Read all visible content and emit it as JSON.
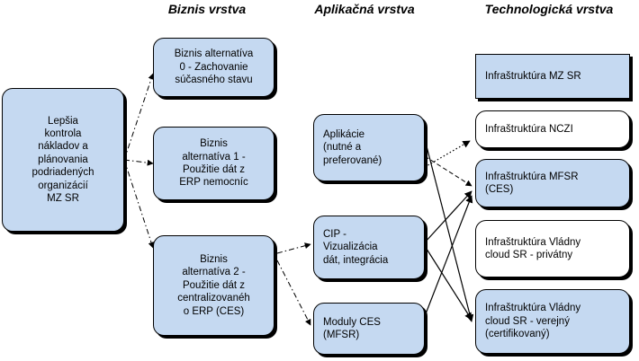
{
  "headers": {
    "business": "Biznis vrstva",
    "application": "Aplikačná vrstva",
    "technology": "Technologická vrstva"
  },
  "goal": {
    "text": "Lepšia\nkontrola\nnákladov a\nplánovania\npodriadených\norganizácií\nMZ SR"
  },
  "business": [
    {
      "text": "Biznis alternatíva\n0 - Zachovanie\nsúčasného stavu"
    },
    {
      "text": "Biznis\nalternatíva 1 -\nPoužitie dát z\nERP nemocníc"
    },
    {
      "text": "Biznis\nalternatíva 2 -\nPoužitie dát z\ncentralizovanéh\no ERP (CES)"
    }
  ],
  "application": [
    {
      "text": "Aplikácie\n(nutné a\npreferované)"
    },
    {
      "text": "CIP -\nVizualizácia\ndát, integrácia"
    },
    {
      "text": "Moduly CES\n(MFSR)"
    }
  ],
  "technology": [
    {
      "text": "Infraštruktúra MZ SR",
      "fill": "blue"
    },
    {
      "text": "Infraštruktúra NCZI",
      "fill": "white"
    },
    {
      "text": "Infraštruktúra MFSR\n(CES)",
      "fill": "blue"
    },
    {
      "text": "Infraštruktúra Vládny\ncloud SR - privátny",
      "fill": "white"
    },
    {
      "text": "Infraštruktúra Vládny\ncloud SR - verejný\n(certifikovaný)",
      "fill": "blue"
    }
  ],
  "colors": {
    "box_fill": "#c5d9f1",
    "border": "#000000"
  }
}
